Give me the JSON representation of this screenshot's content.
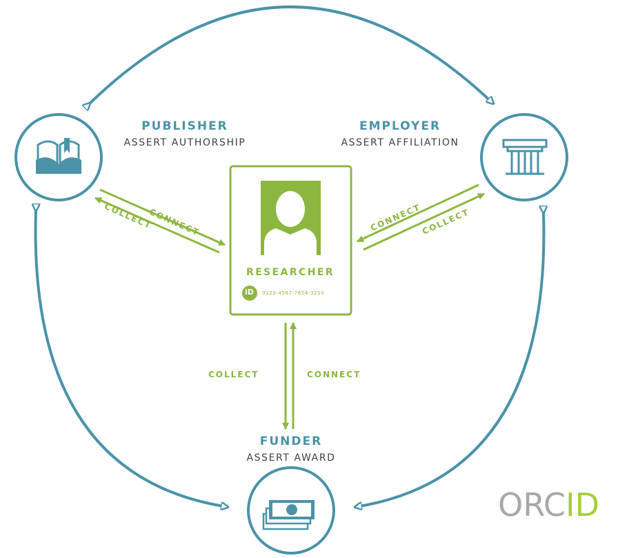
{
  "nodes": {
    "publisher": {
      "name": "PUBLISHER",
      "action": "ASSERT AUTHORSHIP",
      "icon": "book-icon"
    },
    "employer": {
      "name": "EMPLOYER",
      "action": "ASSERT AFFILIATION",
      "icon": "institution-building-icon"
    },
    "funder": {
      "name": "FUNDER",
      "action": "ASSERT AWARD",
      "icon": "money-stack-icon"
    }
  },
  "researcher": {
    "title": "RESEARCHER",
    "orcid_id": "0123-4567-7654-3210",
    "id_badge": "iD",
    "icon": "person-avatar-icon"
  },
  "flows": {
    "connect": "CONNECT",
    "collect": "COLLECT"
  },
  "logo": {
    "orc": "ORC",
    "id": "ID"
  },
  "colors": {
    "teal": "#4a93a8",
    "green": "#8db640",
    "text_dark": "#404040",
    "logo_grey": "#a6a8ab",
    "logo_green": "#a6ce39"
  }
}
